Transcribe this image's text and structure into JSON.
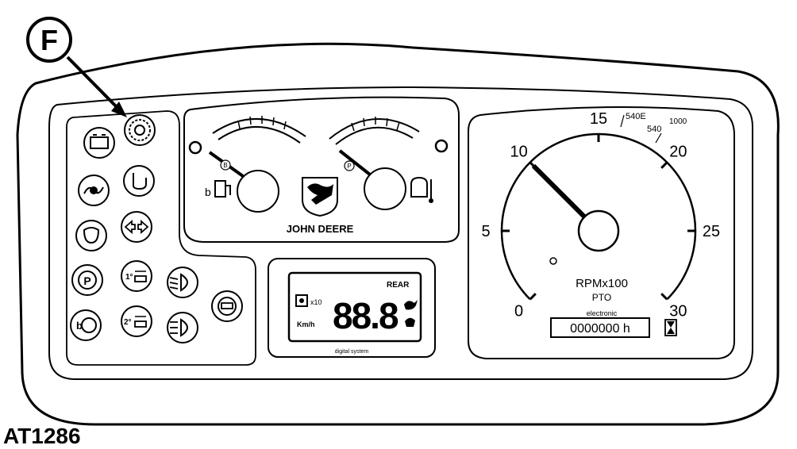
{
  "callout": {
    "letter": "F"
  },
  "figure_id": "AT1286",
  "brand": {
    "name": "JOHN DEERE"
  },
  "tachometer": {
    "ticks": [
      {
        "value": 0,
        "label": "0"
      },
      {
        "value": 5,
        "label": "5"
      },
      {
        "value": 10,
        "label": "10"
      },
      {
        "value": 15,
        "label": "15"
      },
      {
        "value": 20,
        "label": "20"
      },
      {
        "value": 25,
        "label": "25"
      },
      {
        "value": 30,
        "label": "30"
      }
    ],
    "pto_marks": {
      "m540e": "540E",
      "m540": "540",
      "m1000": "1000"
    },
    "unit_label": "RPMx100",
    "pto_label": "PTO",
    "electronic_label": "electronic",
    "hours_reading": "0000000 h",
    "needle_value": 10
  },
  "lcd": {
    "digits": "88.8",
    "rear_label": "REAR",
    "multiplier_label": "x10",
    "unit_label": "Km/h",
    "caption": "digital system"
  },
  "gauges": {
    "fuel_marker": "B",
    "temp_marker": "P"
  },
  "indicator_icons": [
    "battery-icon",
    "multi-function-icon",
    "oil-pressure-icon",
    "hydraulic-filter-icon",
    "glow-plug-icon",
    "turn-signal-icon",
    "park-brake-icon",
    "first-trailer-icon",
    "low-beam-icon",
    "fuel-reserve-icon",
    "second-trailer-icon",
    "high-beam-icon",
    "brake-warning-icon"
  ]
}
